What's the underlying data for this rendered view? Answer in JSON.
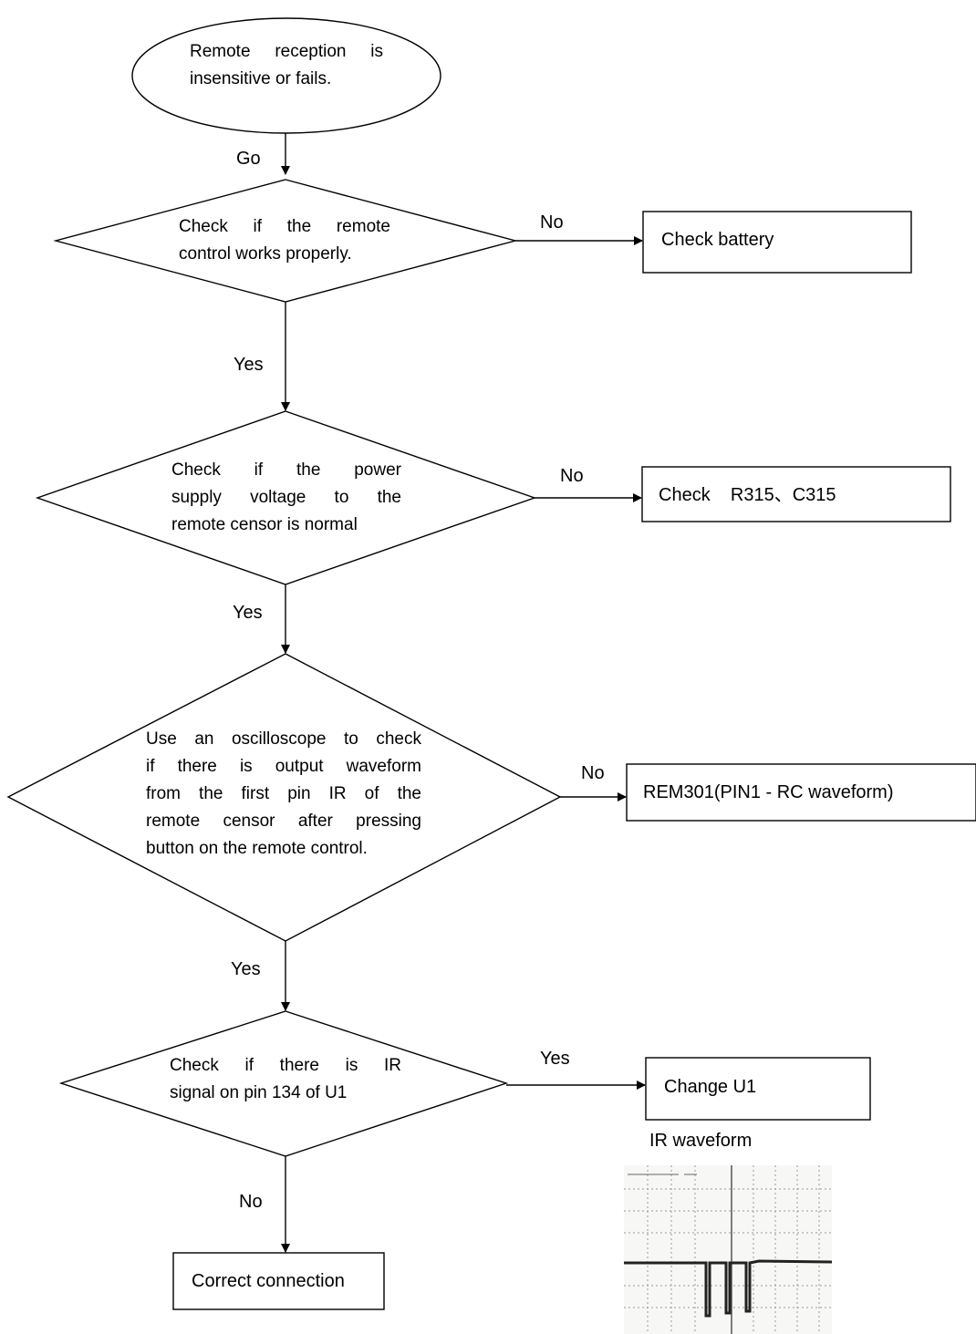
{
  "start": {
    "line1": "Remote   reception   is",
    "line2": "insensitive or fails."
  },
  "decisions": [
    {
      "line1": "Check   if   the   remote",
      "line2": "control works properly."
    },
    {
      "line1": "Check   if   the   power",
      "line2": "supply  voltage  to  the",
      "line3": "remote censor is normal"
    },
    {
      "line1": "Use an oscilloscope to check",
      "line2": "if  there  is  output  waveform",
      "line3": "from  the  first  pin  IR  of  the",
      "line4": "remote  censor  after  pressing",
      "line5": "button on the remote control."
    },
    {
      "line1": "Check   if   there   is   IR",
      "line2": "signal on pin 134 of U1"
    }
  ],
  "actions": {
    "check_battery": "Check battery",
    "check_r315": "Check    R315、C315",
    "rem301": "REM301(PIN1 - RC waveform)",
    "change_u1": "Change U1",
    "correct_connection": "Correct connection"
  },
  "edges": {
    "go": "Go",
    "no1": "No",
    "yes1": "Yes",
    "no2": "No",
    "yes2": "Yes",
    "no3": "No",
    "yes3": "Yes",
    "yes4": "Yes",
    "no4": "No"
  },
  "waveform": {
    "title": "IR waveform"
  }
}
